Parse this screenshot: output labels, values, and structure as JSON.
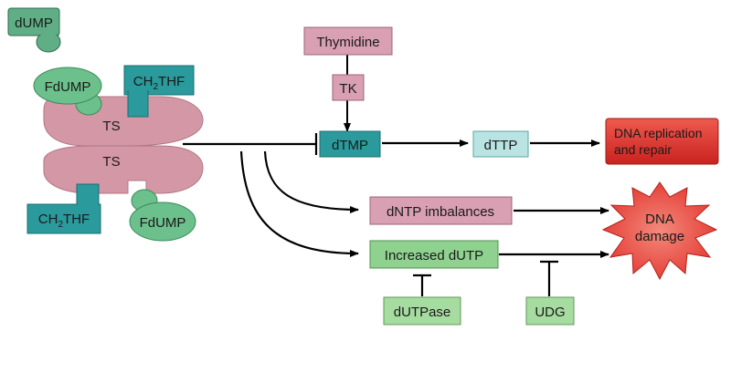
{
  "colors": {
    "ts_pink": "#d79aa8",
    "pink_box": "#d8a0b2",
    "teal": "#2a9a9c",
    "light_teal": "#b9e4e3",
    "green": "#8fd18f",
    "light_green": "#a7dca0",
    "blob_green": "#6cc08c",
    "red": "#e43b33",
    "line": "#000000"
  },
  "nodes": {
    "dump": "dUMP",
    "fdump_top": "FdUMP",
    "ch2thf_top_main": "CH",
    "ch2thf_top_sub": "2",
    "ch2thf_top_end": "THF",
    "ts_top": "TS",
    "ts_bottom": "TS",
    "ch2thf_bot_main": "CH",
    "ch2thf_bot_sub": "2",
    "ch2thf_bot_end": "THF",
    "fdump_bottom": "FdUMP",
    "thymidine": "Thymidine",
    "tk": "TK",
    "dtmp": "dTMP",
    "dttp": "dTTP",
    "dna_replication_line1": "DNA replication",
    "dna_replication_line2": "and repair",
    "dntp_imbalances": "dNTP imbalances",
    "increased_dutp": "Increased dUTP",
    "dutpase": "dUTPase",
    "udg": "UDG",
    "dna_damage_line1": "DNA",
    "dna_damage_line2": "damage"
  }
}
